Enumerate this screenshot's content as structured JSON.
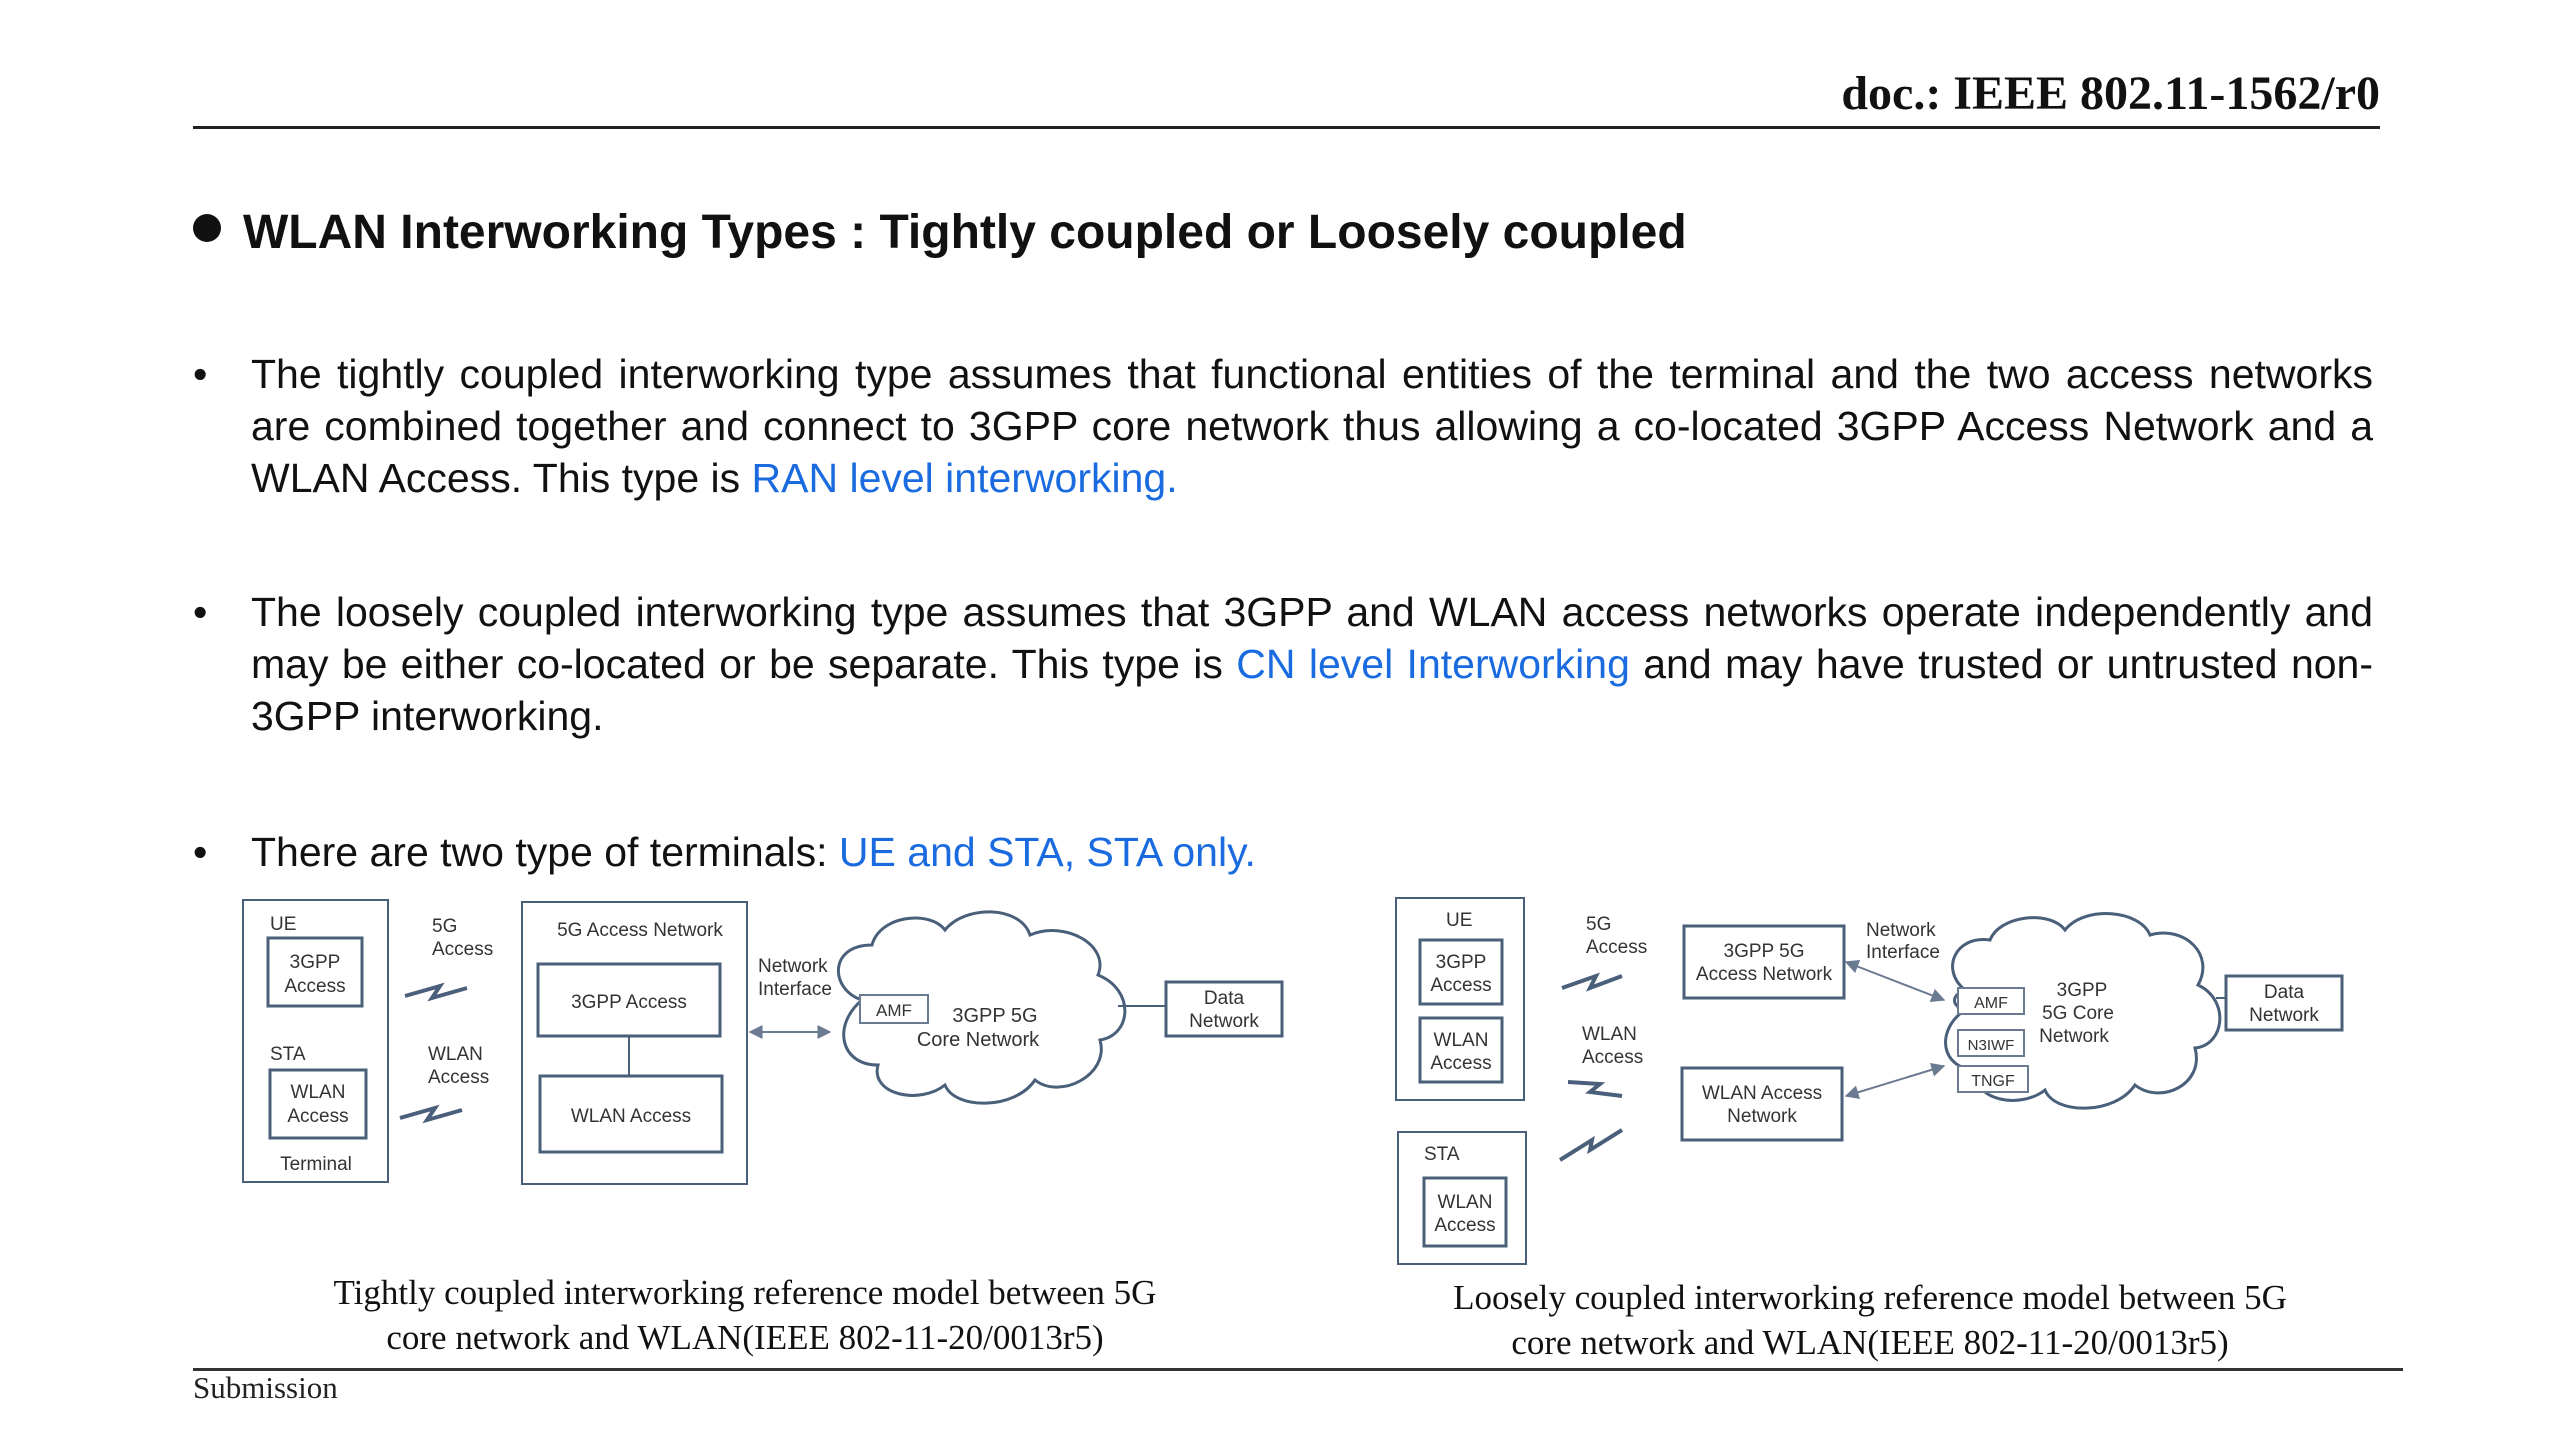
{
  "header": {
    "doc_id": "doc.: IEEE 802.11-1562/r0"
  },
  "footer": {
    "submission": "Submission"
  },
  "heading": "WLAN Interworking Types : Tightly coupled or Loosely coupled",
  "bullets": [
    {
      "text": "The tightly coupled interworking type assumes that functional entities of the terminal and the two access networks are combined together and connect to 3GPP core network thus allowing a co-located  3GPP Access Network and a WLAN Access. This type is ",
      "highlight": "RAN level interworking.",
      "tail": ""
    },
    {
      "text": "The loosely coupled interworking type assumes that 3GPP and WLAN access networks operate independently and may be either co-located or be separate. This type is ",
      "highlight": "CN level Interworking",
      "tail": " and may have trusted or untrusted non-3GPP interworking."
    },
    {
      "text": "There are two type of terminals: ",
      "highlight": "UE and STA, STA only.",
      "tail": ""
    }
  ],
  "diagram_tight": {
    "ue_label": "UE",
    "ue_3gpp_access": [
      "3GPP",
      "Access"
    ],
    "sta_label": "STA",
    "sta_wlan_access": [
      "WLAN",
      "Access"
    ],
    "terminal_label": "Terminal",
    "link_5g": [
      "5G",
      "Access"
    ],
    "link_wlan": [
      "WLAN",
      "Access"
    ],
    "access_network_title": "5G Access Network",
    "box_3gpp_access": "3GPP Access",
    "box_wlan_access": "WLAN Access",
    "network_interface": [
      "Network",
      "Interface"
    ],
    "amf": "AMF",
    "core": [
      "3GPP 5G",
      "Core Network"
    ],
    "data_network": [
      "Data",
      "Network"
    ]
  },
  "diagram_loose": {
    "ue_label": "UE",
    "ue_3gpp_access": [
      "3GPP",
      "Access"
    ],
    "ue_wlan_access": [
      "WLAN",
      "Access"
    ],
    "sta_label": "STA",
    "sta_wlan_access": [
      "WLAN",
      "Access"
    ],
    "link_5g": [
      "5G",
      "Access"
    ],
    "link_wlan": [
      "WLAN",
      "Access"
    ],
    "access_3gpp": [
      "3GPP 5G",
      "Access Network"
    ],
    "access_wlan": [
      "WLAN Access",
      "Network"
    ],
    "network_interface": [
      "Network",
      "Interface"
    ],
    "amf": "AMF",
    "n3iwf": "N3IWF",
    "tngf": "TNGF",
    "core": [
      "3GPP",
      "5G Core",
      "Network"
    ],
    "data_network": [
      "Data",
      "Network"
    ]
  },
  "captions": {
    "tight": [
      "Tightly coupled interworking reference model between 5G",
      "core network and WLAN(IEEE 802-11-20/0013r5)"
    ],
    "loose": [
      "Loosely coupled interworking reference model between 5G",
      "core network and WLAN(IEEE 802-11-20/0013r5)"
    ]
  },
  "colors": {
    "highlight": "#1a6be0",
    "diagram_stroke": "#4a5f7a",
    "diagram_text": "#333333"
  }
}
